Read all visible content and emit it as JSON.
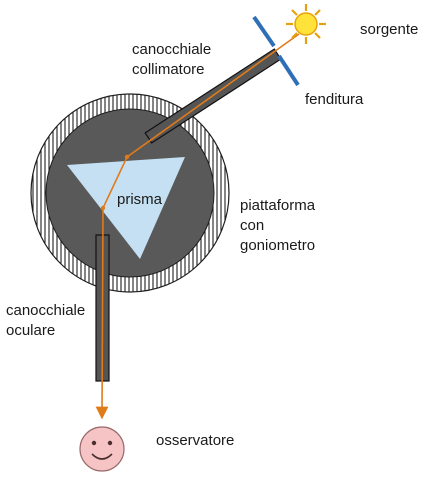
{
  "labels": {
    "source": "sorgente",
    "collimator": [
      "canocchiale",
      "collimatore"
    ],
    "slit": "fenditura",
    "prism": "prisma",
    "platform": [
      "piattaforma",
      "con",
      "goniometro"
    ],
    "eyepiece": [
      "canocchiale",
      "oculare"
    ],
    "observer": "osservatore"
  },
  "colors": {
    "platform_outer": "#ffffff",
    "platform_inner": "#595959",
    "hatch": "#1f1f1f",
    "tube": "#555555",
    "prism": "#c5e0f2",
    "ray": "#e07b1a",
    "slit": "#2f6fb5",
    "sun_fill": "#ffe33a",
    "sun_rays": "#e8a10e",
    "face": "#f6c4c4",
    "face_stroke": "#9a6a6a"
  },
  "icons": {
    "source": "sun-icon",
    "observer": "smiley-face-icon"
  }
}
